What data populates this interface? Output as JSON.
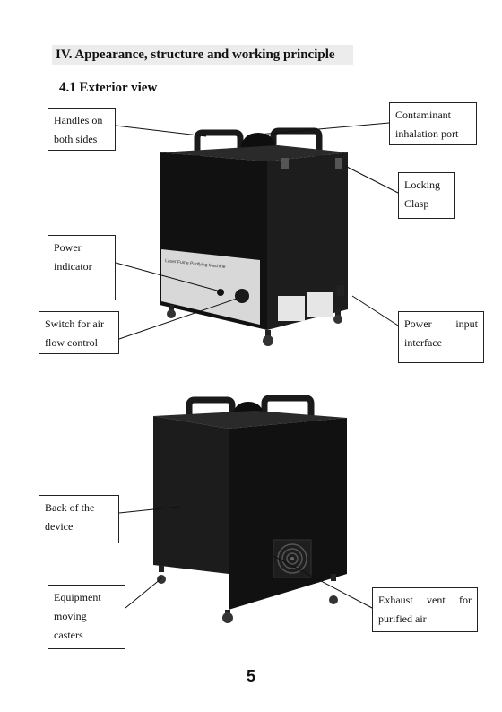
{
  "section": {
    "title": "IV. Appearance, structure and working principle"
  },
  "subsection": {
    "title": "4.1 Exterior view"
  },
  "front_view": {
    "panel_text": "Laser Fume Purifying Machine",
    "callouts": {
      "handles": [
        "Handles on",
        "both sides"
      ],
      "port": [
        "Contaminant",
        "inhalation port"
      ],
      "clasp": [
        "Locking",
        "Clasp"
      ],
      "indicator": [
        "Power",
        "indicator"
      ],
      "switch": [
        "Switch for air",
        "flow control"
      ],
      "power_input": [
        "Power",
        "input",
        "interface"
      ]
    }
  },
  "back_view": {
    "callouts": {
      "back": [
        "Back of the",
        "device"
      ],
      "casters": [
        "Equipment",
        "moving",
        "casters"
      ],
      "exhaust": [
        "Exhaust",
        "vent",
        "for",
        "purified air"
      ]
    }
  },
  "page": {
    "number": "5"
  },
  "colors": {
    "device_body": "#141414",
    "panel": "#d8d8d8",
    "heading_bg": "#ececec"
  }
}
